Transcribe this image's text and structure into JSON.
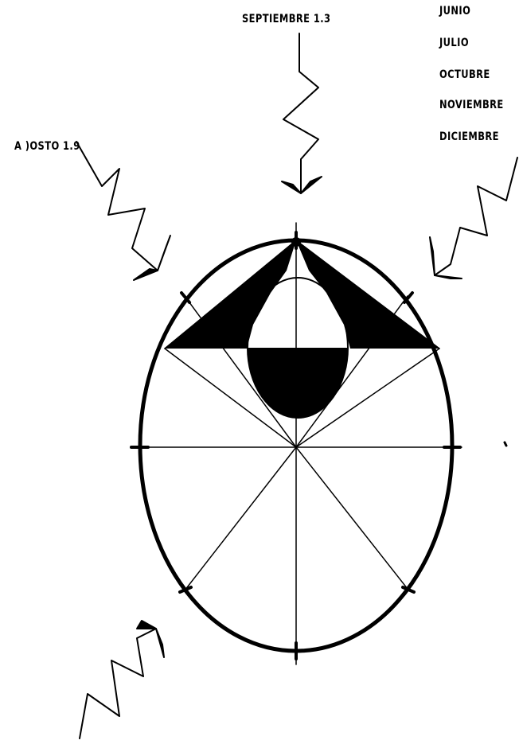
{
  "labels": {
    "september": "SEPTIEMBRE 1.3",
    "august": "A )OSTO 1.9"
  },
  "months": [
    "JUNIO",
    "JULIO",
    "OCTUBRE",
    "NOVIEMBRE",
    "DICIEMBRE"
  ],
  "colors": {
    "ink": "#000000",
    "background": "#ffffff"
  }
}
